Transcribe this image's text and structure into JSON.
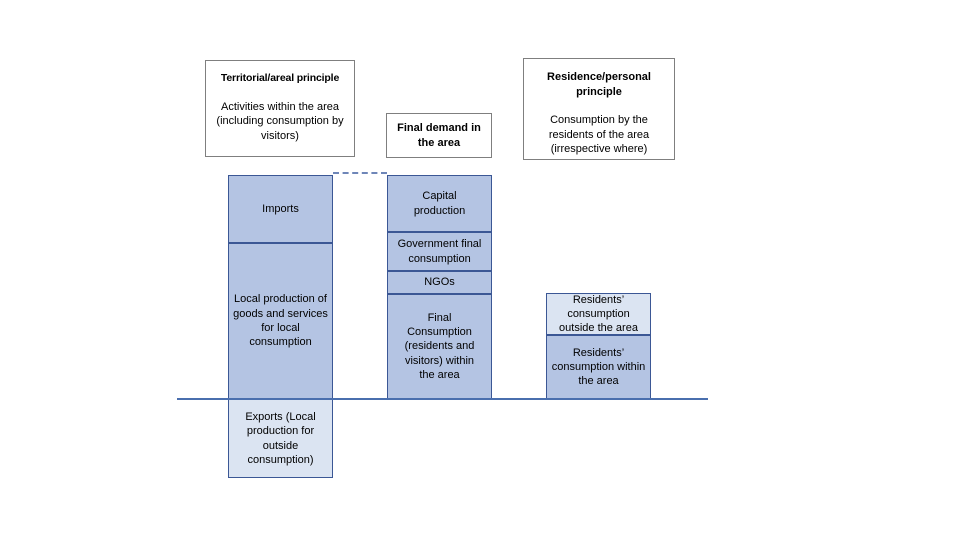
{
  "colors": {
    "fill_main": "#b4c4e3",
    "fill_light": "#dbe4f2",
    "box_border": "#3b5795",
    "header_border": "#7f7f7f",
    "baseline": "#4a6fae",
    "dashed_line": "#6e86b8",
    "text": "#000000"
  },
  "headers": {
    "territorial": {
      "title": "Territorial/areal principle",
      "body": "Activities within the area (including consumption by visitors)"
    },
    "final_demand": {
      "title": "Final demand in the area"
    },
    "residence": {
      "title": "Residence/personal principle",
      "body": "Consumption by the residents of the area (irrespective where)"
    }
  },
  "territorial_column": {
    "imports": "Imports",
    "local_production": "Local production of goods and services for local consumption",
    "exports": "Exports (Local production for outside consumption)"
  },
  "final_demand_column": {
    "capital": "Capital production",
    "government": "Government final consumption",
    "ngos": "NGOs",
    "final_consumption": "Final Consumption (residents and visitors) within the area"
  },
  "residence_column": {
    "outside": "Residents’ consumption outside the area",
    "within": "Residents’ consumption within the area"
  }
}
